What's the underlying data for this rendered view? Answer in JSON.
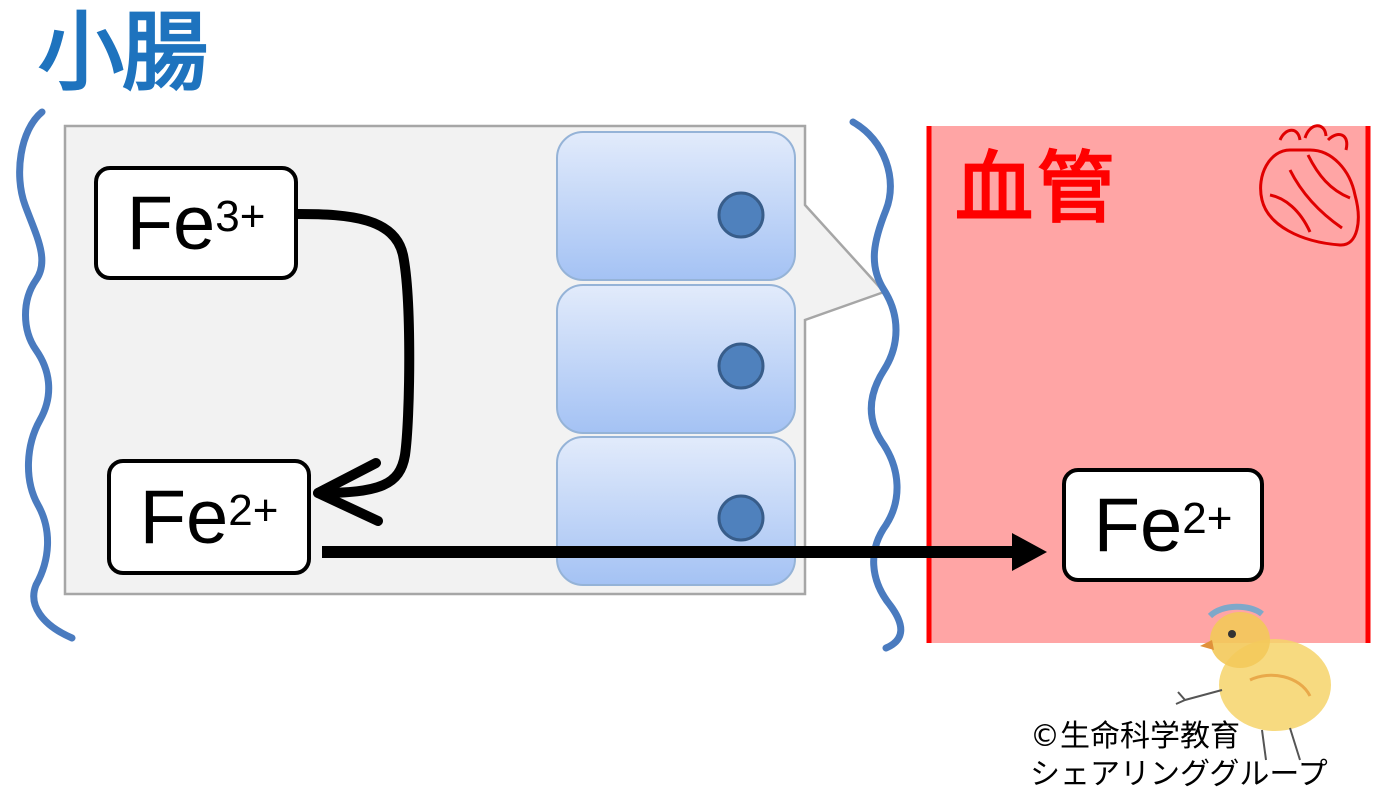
{
  "labels": {
    "small_intestine": "小腸",
    "blood_vessel": "血管"
  },
  "ions": {
    "fe3_base": "Fe",
    "fe3_charge": "3+",
    "fe2_base": "Fe",
    "fe2_charge": "2+",
    "fe2_vessel_base": "Fe",
    "fe2_vessel_charge": "2+"
  },
  "credit": {
    "line1": "©生命科学教育",
    "line2": "シェアリンググループ"
  },
  "colors": {
    "intestine_text": "#1e73be",
    "brace": "#4a7bbf",
    "vessel_fill": "#ffa5a5",
    "vessel_border": "#ff0000",
    "cell_fill_top": "#e2ebfb",
    "cell_fill_bottom": "#a4c2f4",
    "nucleus": "#4f81bd",
    "callout_fill": "#f2f2f2"
  },
  "icons": [
    "heart-icon",
    "chick-mascot-icon"
  ]
}
